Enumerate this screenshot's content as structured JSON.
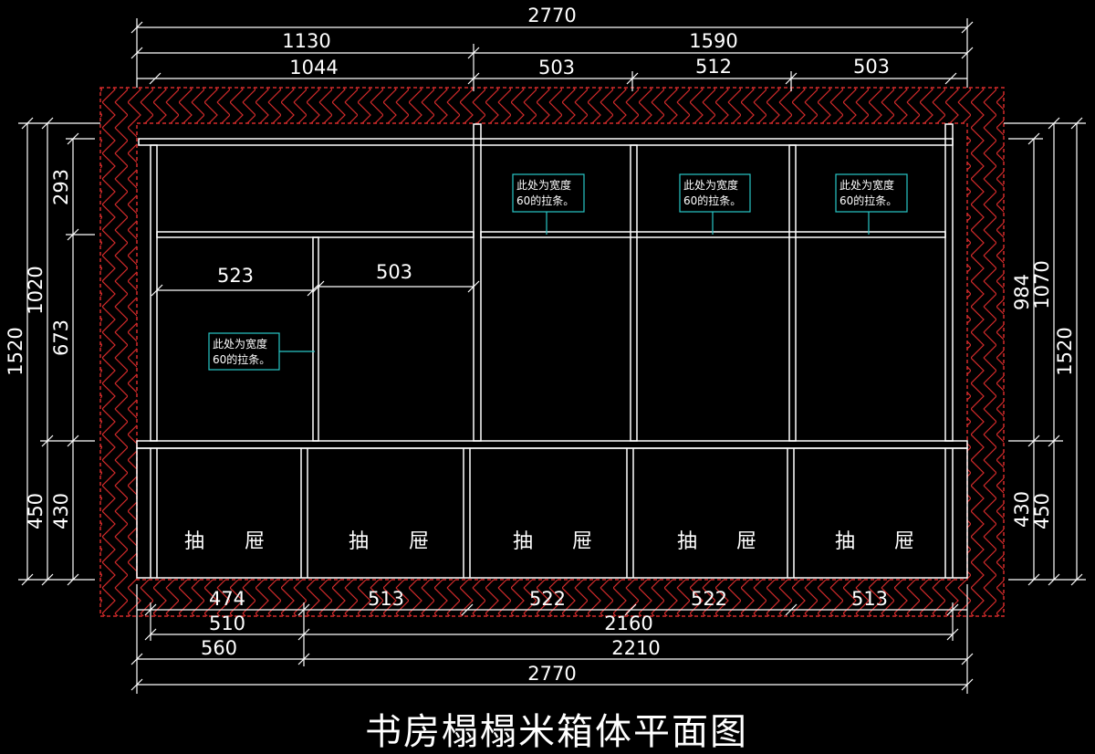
{
  "title": "书房榻榻米箱体平面图",
  "colors": {
    "background": "#000000",
    "line": "#ffffff",
    "wall_hatch": "#d42a2a",
    "note_border": "#29c7c7"
  },
  "dimensions": {
    "top_total": "2770",
    "top_left": "1130",
    "top_right": "1590",
    "top_segments": [
      "1044",
      "503",
      "512",
      "503"
    ],
    "inner_left_width": "523",
    "inner_mid_width": "503",
    "bottom_segments": [
      "474",
      "513",
      "522",
      "522",
      "513"
    ],
    "bottom_row2_left": "510",
    "bottom_row2_right": "2160",
    "bottom_row3_left": "560",
    "bottom_row3_right": "2210",
    "bottom_total": "2770",
    "left_total": "1520",
    "left_upper": "1020",
    "left_lower": "450",
    "left_top_seg": "293",
    "left_mid_seg": "673",
    "left_low_seg": "430",
    "right_upper_a": "984",
    "right_upper_b": "1070",
    "right_total": "1520",
    "right_low_a": "430",
    "right_low_b": "450"
  },
  "notes": [
    {
      "line1": "此处为宽度",
      "line2": "60的拉条。"
    },
    {
      "line1": "此处为宽度",
      "line2": "60的拉条。"
    },
    {
      "line1": "此处为宽度",
      "line2": "60的拉条。"
    },
    {
      "line1": "此处为宽度",
      "line2": "60的拉条。"
    }
  ],
  "drawers": [
    {
      "char1": "抽",
      "char2": "屉"
    },
    {
      "char1": "抽",
      "char2": "屉"
    },
    {
      "char1": "抽",
      "char2": "屉"
    },
    {
      "char1": "抽",
      "char2": "屉"
    },
    {
      "char1": "抽",
      "char2": "屉"
    }
  ]
}
